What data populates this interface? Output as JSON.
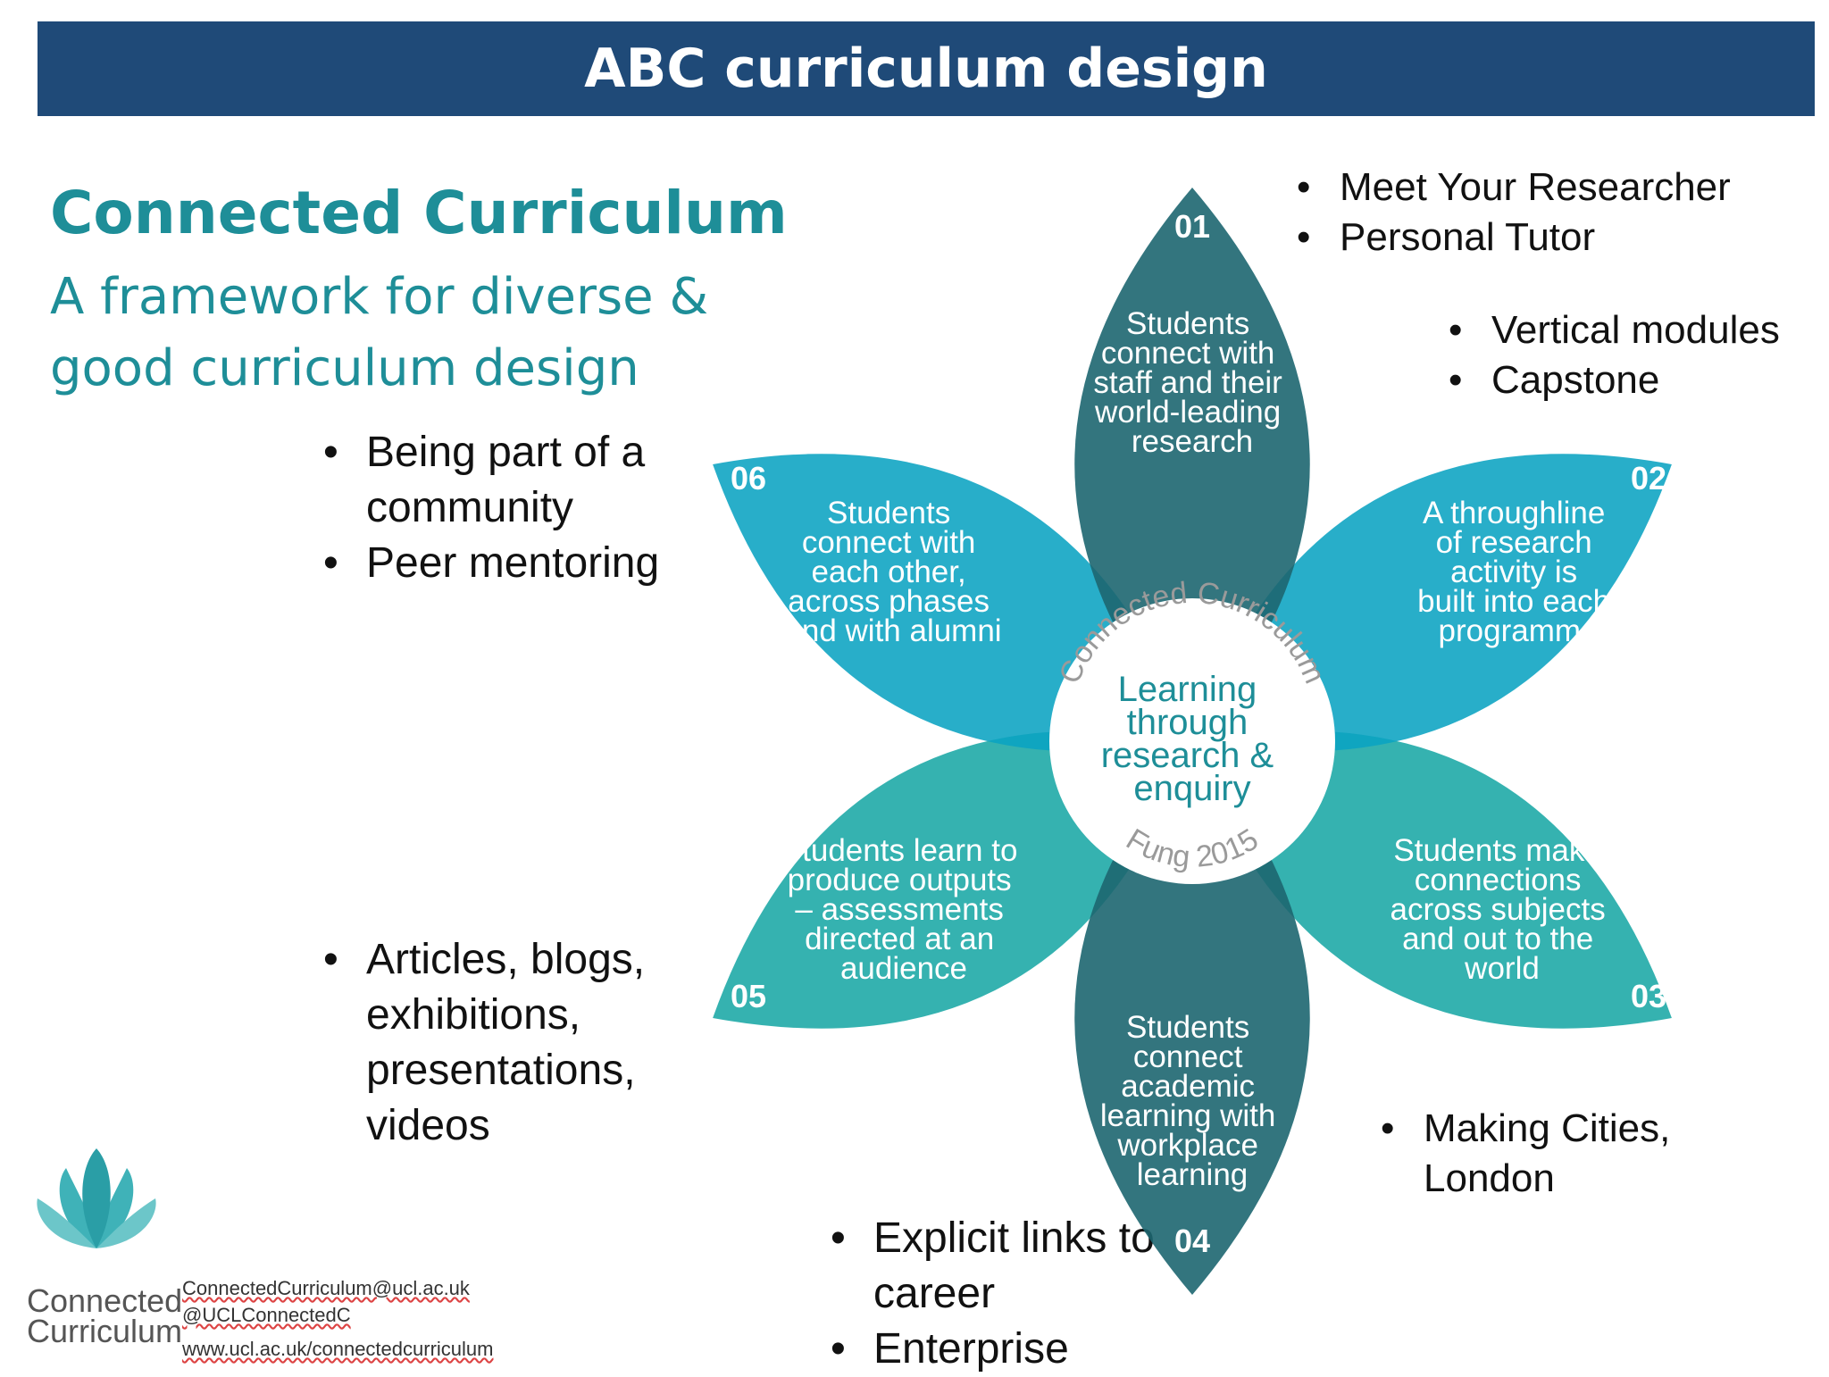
{
  "header": {
    "title": "ABC curriculum design"
  },
  "intro": {
    "heading": "Connected Curriculum",
    "subtitle_line1": "A framework for diverse &",
    "subtitle_line2": "good curriculum design"
  },
  "petals": [
    {
      "number": "01",
      "lines": [
        "Students",
        "connect with",
        "staff and their",
        "world-leading",
        "research"
      ]
    },
    {
      "number": "02",
      "lines": [
        "A throughline",
        "of research",
        "activity is",
        "built into each",
        "programme"
      ]
    },
    {
      "number": "03",
      "lines": [
        "Students make",
        "connections",
        "across subjects",
        "and out to the",
        "world"
      ]
    },
    {
      "number": "04",
      "lines": [
        "Students",
        "connect",
        "academic",
        "learning with",
        "workplace",
        "learning"
      ]
    },
    {
      "number": "05",
      "lines": [
        "Students learn to",
        "produce outputs",
        "– assessments",
        "directed at an",
        "audience"
      ]
    },
    {
      "number": "06",
      "lines": [
        "Students",
        "connect with",
        "each other,",
        "across phases",
        "and with alumni"
      ]
    }
  ],
  "center": {
    "lines": [
      "Learning",
      "through",
      "research &",
      "enquiry"
    ],
    "ring_top": "Connected Curriculum",
    "ring_bottom": "Fung 2015"
  },
  "annotations": {
    "top_right": [
      "Meet Your Researcher",
      "Personal Tutor"
    ],
    "right_upper": [
      "Vertical modules",
      "Capstone"
    ],
    "left_upper": [
      "Being part of a community",
      "Peer mentoring"
    ],
    "left_lower": [
      "Articles, blogs, exhibitions, presentations, videos"
    ],
    "right_lower": [
      "Making Cities, London"
    ],
    "bottom": [
      "Explicit links to career",
      "Enterprise"
    ]
  },
  "footer": {
    "logo_line1": "Connected",
    "logo_line2": "Curriculum",
    "email": "ConnectedCurriculum@ucl.ac.uk",
    "twitter": "@UCLConnectedC",
    "website": "www.ucl.ac.uk/connectedcurriculum"
  },
  "colors": {
    "header_bg": "#1f4a78",
    "accent_teal": "#1e8e98",
    "petal_dark": "#1d6670",
    "petal_blue": "#0aa3c2",
    "petal_teal": "#19a7a5"
  }
}
